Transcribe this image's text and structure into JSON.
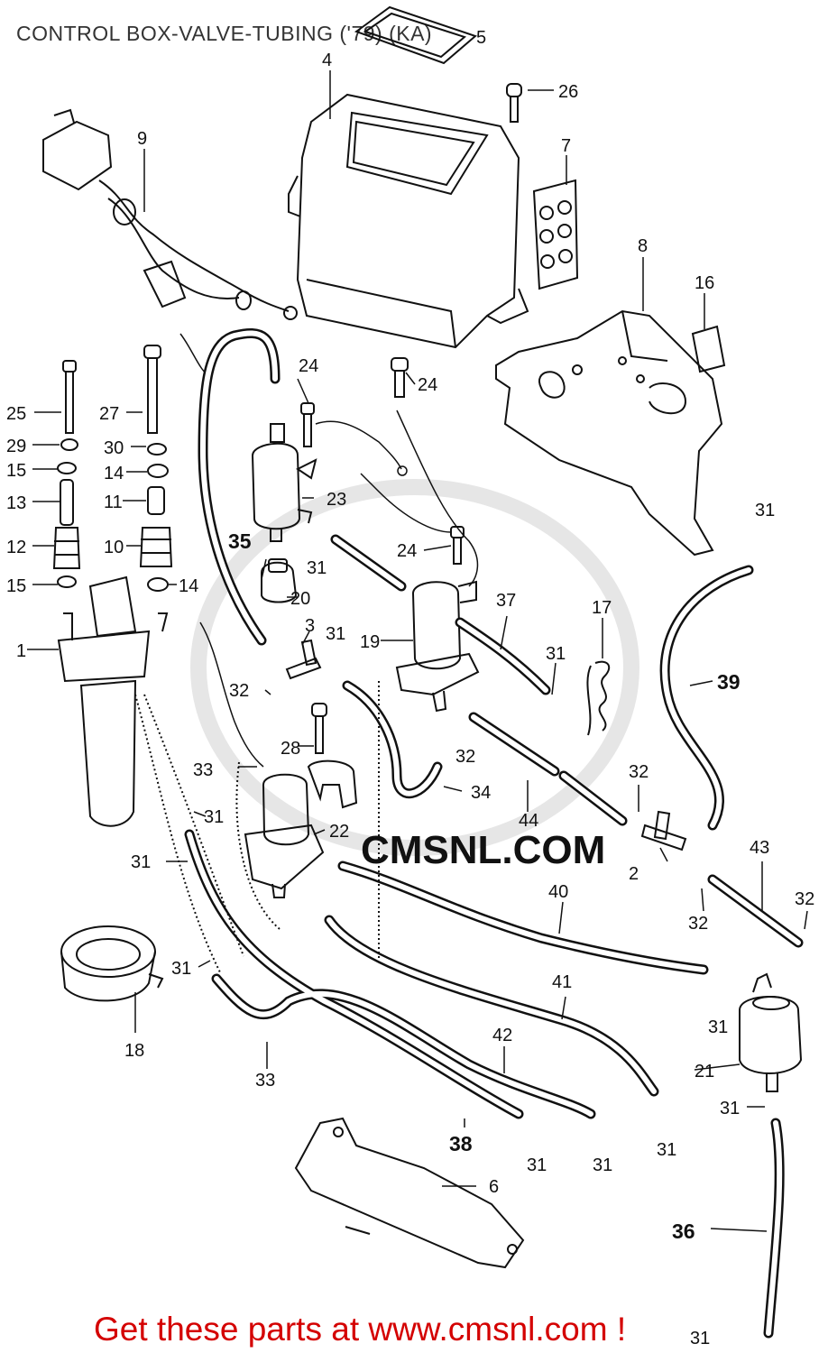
{
  "title": "CONTROL BOX-VALVE-TUBING  ('79) (KA)",
  "watermark": "CMSNL.COM",
  "footer": "Get these parts at www.cmsnl.com !",
  "colors": {
    "ink": "#111111",
    "footer": "#d40000",
    "watermark": "#dcdcdc"
  },
  "callouts": [
    {
      "id": "c1",
      "text": "1",
      "emphasis": false
    },
    {
      "id": "c2",
      "text": "2",
      "emphasis": false
    },
    {
      "id": "c3",
      "text": "3",
      "emphasis": false
    },
    {
      "id": "c4",
      "text": "4",
      "emphasis": false
    },
    {
      "id": "c5",
      "text": "5",
      "emphasis": false
    },
    {
      "id": "c6",
      "text": "6",
      "emphasis": false
    },
    {
      "id": "c7",
      "text": "7",
      "emphasis": false
    },
    {
      "id": "c8",
      "text": "8",
      "emphasis": false
    },
    {
      "id": "c9",
      "text": "9",
      "emphasis": false
    },
    {
      "id": "c10",
      "text": "10",
      "emphasis": false
    },
    {
      "id": "c11",
      "text": "11",
      "emphasis": false
    },
    {
      "id": "c12",
      "text": "12",
      "emphasis": false
    },
    {
      "id": "c13",
      "text": "13",
      "emphasis": false
    },
    {
      "id": "c14a",
      "text": "14",
      "emphasis": false
    },
    {
      "id": "c14b",
      "text": "14",
      "emphasis": false
    },
    {
      "id": "c15a",
      "text": "15",
      "emphasis": false
    },
    {
      "id": "c15b",
      "text": "15",
      "emphasis": false
    },
    {
      "id": "c16",
      "text": "16",
      "emphasis": false
    },
    {
      "id": "c17",
      "text": "17",
      "emphasis": false
    },
    {
      "id": "c18",
      "text": "18",
      "emphasis": false
    },
    {
      "id": "c19",
      "text": "19",
      "emphasis": false
    },
    {
      "id": "c20",
      "text": "20",
      "emphasis": false
    },
    {
      "id": "c21",
      "text": "21",
      "emphasis": false
    },
    {
      "id": "c22",
      "text": "22",
      "emphasis": false
    },
    {
      "id": "c23",
      "text": "23",
      "emphasis": false
    },
    {
      "id": "c24a",
      "text": "24",
      "emphasis": false
    },
    {
      "id": "c24b",
      "text": "24",
      "emphasis": false
    },
    {
      "id": "c24c",
      "text": "24",
      "emphasis": false
    },
    {
      "id": "c25",
      "text": "25",
      "emphasis": false
    },
    {
      "id": "c26",
      "text": "26",
      "emphasis": false
    },
    {
      "id": "c27",
      "text": "27",
      "emphasis": false
    },
    {
      "id": "c28",
      "text": "28",
      "emphasis": false
    },
    {
      "id": "c29",
      "text": "29",
      "emphasis": false
    },
    {
      "id": "c30",
      "text": "30",
      "emphasis": false
    },
    {
      "id": "c31a",
      "text": "31",
      "emphasis": false
    },
    {
      "id": "c31b",
      "text": "31",
      "emphasis": false
    },
    {
      "id": "c31c",
      "text": "31",
      "emphasis": false
    },
    {
      "id": "c31d",
      "text": "31",
      "emphasis": false
    },
    {
      "id": "c31e",
      "text": "31",
      "emphasis": false
    },
    {
      "id": "c31f",
      "text": "31",
      "emphasis": false
    },
    {
      "id": "c31g",
      "text": "31",
      "emphasis": false
    },
    {
      "id": "c31h",
      "text": "31",
      "emphasis": false
    },
    {
      "id": "c31i",
      "text": "31",
      "emphasis": false
    },
    {
      "id": "c31j",
      "text": "31",
      "emphasis": false
    },
    {
      "id": "c31k",
      "text": "31",
      "emphasis": false
    },
    {
      "id": "c31l",
      "text": "31",
      "emphasis": false
    },
    {
      "id": "c31m",
      "text": "31",
      "emphasis": false
    },
    {
      "id": "c31n",
      "text": "31",
      "emphasis": false
    },
    {
      "id": "c32a",
      "text": "32",
      "emphasis": false
    },
    {
      "id": "c32b",
      "text": "32",
      "emphasis": false
    },
    {
      "id": "c32c",
      "text": "32",
      "emphasis": false
    },
    {
      "id": "c32d",
      "text": "32",
      "emphasis": false
    },
    {
      "id": "c32e",
      "text": "32",
      "emphasis": false
    },
    {
      "id": "c33a",
      "text": "33",
      "emphasis": false
    },
    {
      "id": "c33b",
      "text": "33",
      "emphasis": false
    },
    {
      "id": "c34",
      "text": "34",
      "emphasis": false
    },
    {
      "id": "c35",
      "text": "35",
      "emphasis": true
    },
    {
      "id": "c36",
      "text": "36",
      "emphasis": true
    },
    {
      "id": "c37",
      "text": "37",
      "emphasis": false
    },
    {
      "id": "c38",
      "text": "38",
      "emphasis": true
    },
    {
      "id": "c39",
      "text": "39",
      "emphasis": true
    },
    {
      "id": "c40",
      "text": "40",
      "emphasis": false
    },
    {
      "id": "c41",
      "text": "41",
      "emphasis": false
    },
    {
      "id": "c42",
      "text": "42",
      "emphasis": false
    },
    {
      "id": "c43",
      "text": "43",
      "emphasis": false
    },
    {
      "id": "c44",
      "text": "44",
      "emphasis": false
    }
  ]
}
